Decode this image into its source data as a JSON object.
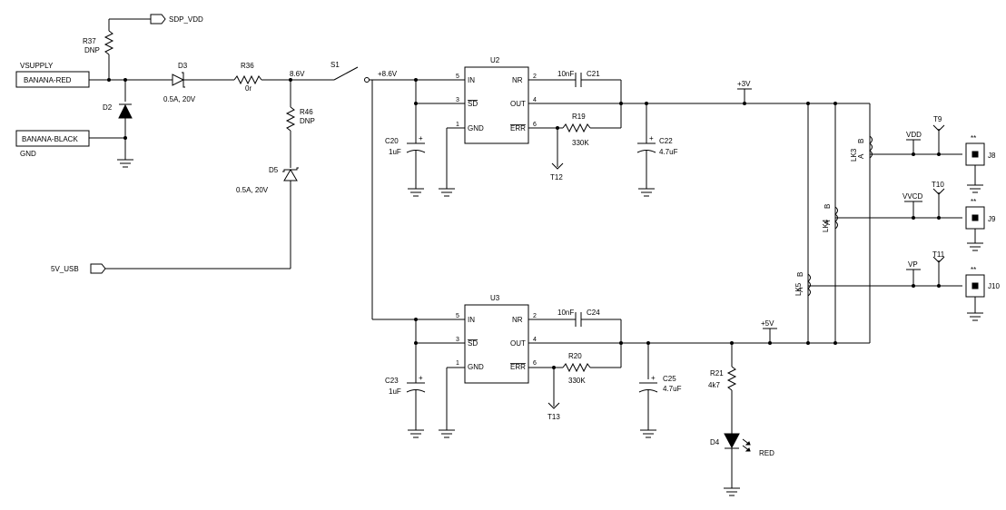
{
  "ports": {
    "sdp_vdd": "SDP_VDD",
    "vsupply": "VSUPPLY",
    "banana_red": "BANANA-RED",
    "banana_black": "BANANA-BLACK",
    "gnd": "GND",
    "usb_5v": "5V_USB"
  },
  "components": {
    "r37": {
      "ref": "R37",
      "value": "DNP"
    },
    "d2": {
      "ref": "D2"
    },
    "d3": {
      "ref": "D3",
      "value": "0.5A, 20V"
    },
    "r36": {
      "ref": "R36",
      "value": "0r"
    },
    "r46": {
      "ref": "R46",
      "value": "DNP"
    },
    "d5": {
      "ref": "D5",
      "value": "0.5A, 20V"
    },
    "s1": {
      "ref": "S1"
    },
    "u2": {
      "ref": "U2"
    },
    "u3": {
      "ref": "U3"
    },
    "c20": {
      "ref": "C20",
      "value": "1uF"
    },
    "c21": {
      "ref": "C21",
      "value": "10nF"
    },
    "r19": {
      "ref": "R19",
      "value": "330K"
    },
    "c22": {
      "ref": "C22",
      "value": "4.7uF"
    },
    "t12": {
      "ref": "T12"
    },
    "c23": {
      "ref": "C23",
      "value": "1uF"
    },
    "c24": {
      "ref": "C24",
      "value": "10nF"
    },
    "r20": {
      "ref": "R20",
      "value": "330K"
    },
    "c25": {
      "ref": "C25",
      "value": "4.7uF"
    },
    "t13": {
      "ref": "T13"
    },
    "r21": {
      "ref": "R21",
      "value": "4k7"
    },
    "d4": {
      "ref": "D4",
      "value": "RED"
    },
    "lk3": {
      "ref": "LK3"
    },
    "lk4": {
      "ref": "LK4"
    },
    "lk5": {
      "ref": "LK5"
    },
    "t9": {
      "ref": "T9"
    },
    "t10": {
      "ref": "T10"
    },
    "t11": {
      "ref": "T11"
    },
    "j8": {
      "ref": "J8"
    },
    "j9": {
      "ref": "J9"
    },
    "j10": {
      "ref": "J10"
    }
  },
  "nets": {
    "v86_a": "8.6V",
    "v86_b": "+8.6V",
    "v3": "+3V",
    "v5": "+5V",
    "vdd": "VDD",
    "vvcd": "VVCD",
    "vp": "VP"
  },
  "regulator_pins": {
    "in": "IN",
    "sd": "SD",
    "gnd": "GND",
    "nr": "NR",
    "out": "OUT",
    "err": "ERR",
    "n5": "5",
    "n3": "3",
    "n1": "1",
    "n2": "2",
    "n4": "4",
    "n6": "6"
  },
  "link_pins": {
    "a": "A",
    "b": "B"
  },
  "jumper_marker": "**"
}
